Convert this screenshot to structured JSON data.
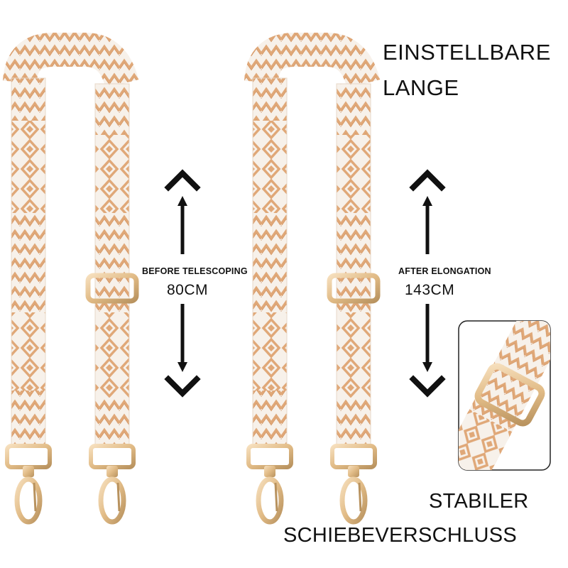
{
  "headline": {
    "line1": "EINSTELLBARE",
    "line2": "LANGE"
  },
  "measurements": [
    {
      "label": "BEFORE TELESCOPING",
      "value": "80CM"
    },
    {
      "label": "AFTER ELONGATION",
      "value": "143CM"
    }
  ],
  "feature": {
    "line1": "STABILER",
    "line2": "SCHIEBEVERSCHLUSS"
  },
  "colors": {
    "strap_cream": "#f7f1ea",
    "strap_tan": "#e0a878",
    "strap_tan_dark": "#c98a5a",
    "hardware_gold": "#e8c79a",
    "hardware_gold_dark": "#b8925e",
    "arrow": "#111111",
    "text": "#111111"
  },
  "icons": [
    "arrow-up-icon",
    "arrow-down-icon",
    "buckle-icon",
    "snap-hook-icon"
  ]
}
